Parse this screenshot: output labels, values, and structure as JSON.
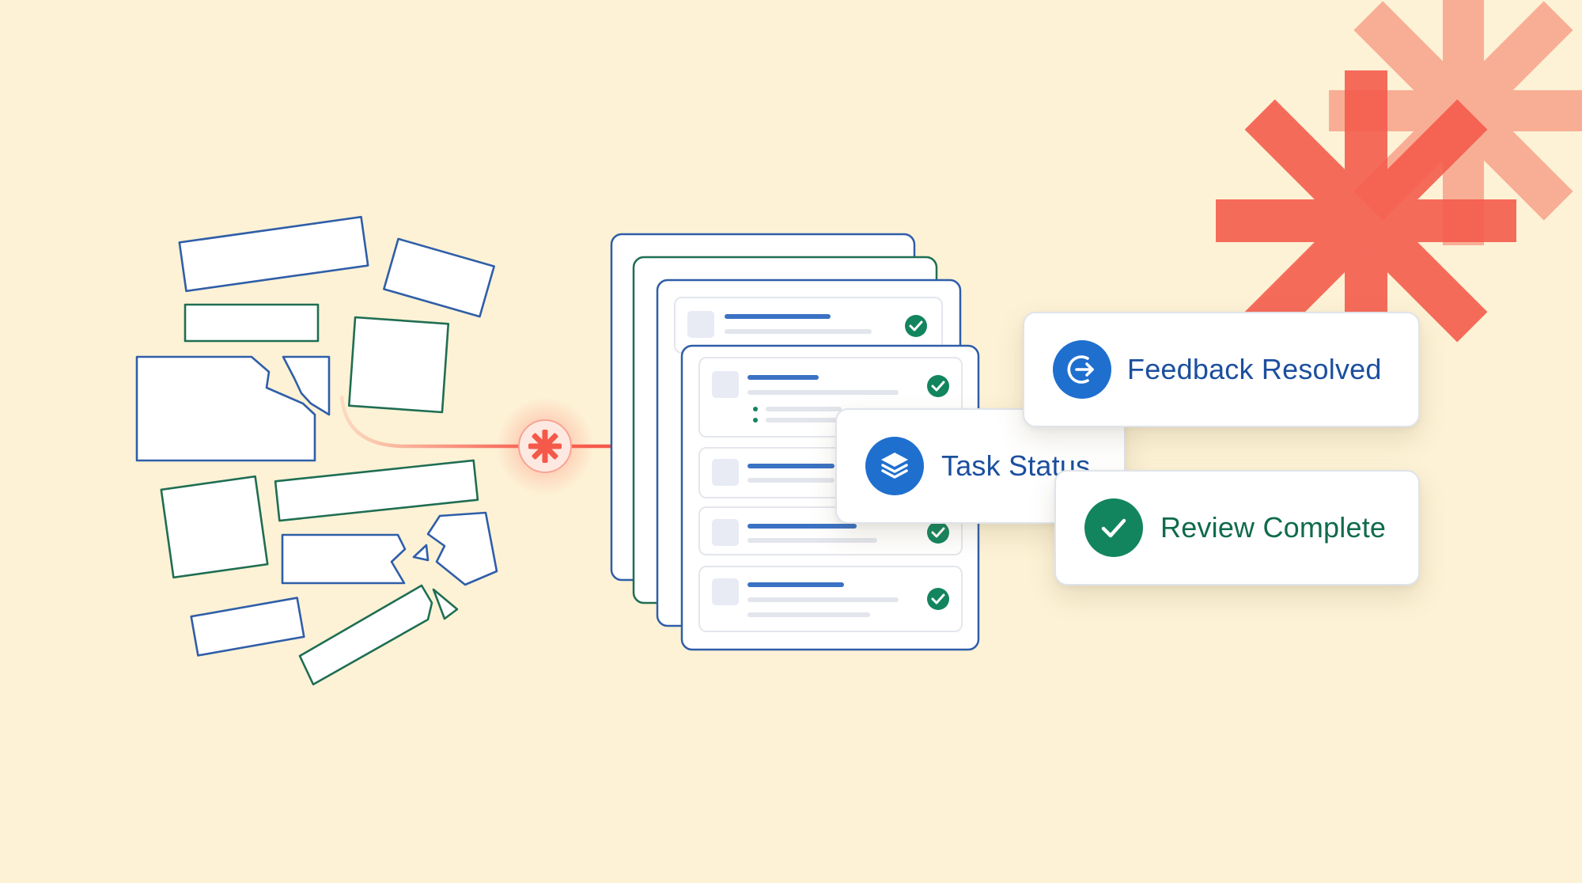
{
  "status_cards": {
    "feedback": {
      "label": "Feedback Resolved",
      "icon": "arrow-circle-icon"
    },
    "task": {
      "label": "Task Status",
      "icon": "stack-layers-icon"
    },
    "review": {
      "label": "Review Complete",
      "icon": "checkmark-icon"
    }
  },
  "colors": {
    "background": "#fdf2d6",
    "accent_red": "#f5594a",
    "accent_blue": "#1f6fcf",
    "accent_green": "#12855e"
  }
}
